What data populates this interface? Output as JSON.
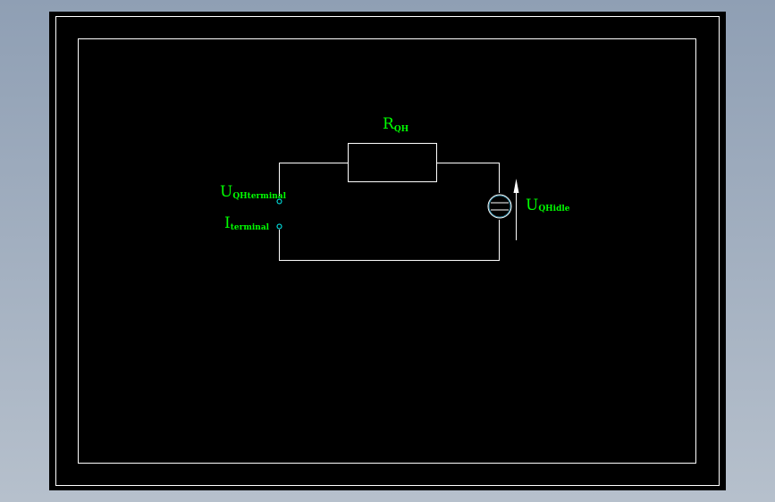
{
  "colors": {
    "background": "#000000",
    "frame": "#ffffff",
    "wire": "#ffffff",
    "label": "#00ff00",
    "terminal": "#00ffff"
  },
  "icons": {
    "source": "voltage-source-icon",
    "arrow": "voltage-direction-arrow-icon",
    "terminal": "terminal-node-icon"
  },
  "labels": {
    "resistor": {
      "main": "R",
      "sub": "QH"
    },
    "terminal_voltage": {
      "main": "U",
      "sub": "QHterminal"
    },
    "terminal_current": {
      "main": "I",
      "sub": "terminal"
    },
    "idle_voltage": {
      "main": "U",
      "sub": "QHidle"
    }
  }
}
